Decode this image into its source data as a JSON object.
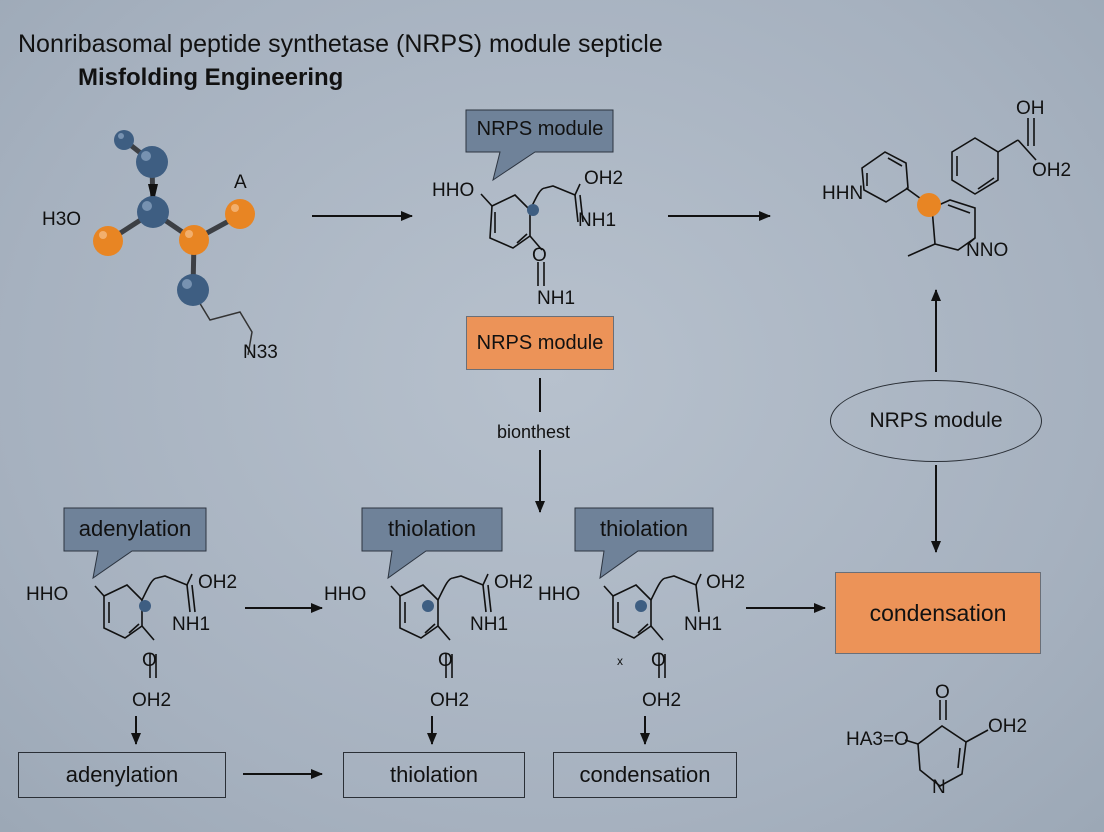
{
  "header": {
    "title": "Nonribasomal peptide synthetase (NRPS) module septicle",
    "subtitle": "Misfolding Engineering"
  },
  "molecule_3d": {
    "label_a": "A",
    "label_h3o": "H3O",
    "label_n33": "N33",
    "colors": {
      "blue_atom": "#3e5e82",
      "orange_atom": "#e88523",
      "bond": "#3c3f44"
    }
  },
  "top_center": {
    "callout": "NRPS module",
    "structure": {
      "hho": "HHO",
      "oh2": "OH2",
      "nh1": "NH1",
      "o": "O",
      "nh1_bottom": "NH1"
    },
    "orange_box": "NRPS module",
    "edge_label": "bionthest"
  },
  "top_right": {
    "oh": "OH",
    "oh2": "OH2",
    "hhn": "HHN",
    "nno": "NNO"
  },
  "oval": {
    "label": "NRPS module"
  },
  "bottom_callouts": [
    "adenylation",
    "thiolation",
    "thiolation"
  ],
  "bottom_structures": [
    {
      "hho": "HHO",
      "oh2_top": "OH2",
      "nh1": "NH1",
      "o": "O",
      "oh2_bottom": "OH2"
    },
    {
      "hho": "HHO",
      "oh2_top": "OH2",
      "nh1": "NH1",
      "o": "O",
      "oh2_bottom": "OH2"
    },
    {
      "hho": "HHO",
      "oh2_top": "OH2",
      "nh1": "NH1",
      "o": "O",
      "oh2_bottom": "OH2",
      "x_mark": "x"
    }
  ],
  "condensation_box": "condensation",
  "output_boxes": [
    "adenylation",
    "thiolation",
    "condensation"
  ],
  "bottom_right": {
    "ha3o": "HA3=O",
    "o": "O",
    "oh2": "OH2",
    "n": "N"
  },
  "colors": {
    "background": "#a9b4c2",
    "callout_fill": "#6f8299",
    "orange_box": "#ec9358",
    "stroke": "#1a1c20"
  }
}
